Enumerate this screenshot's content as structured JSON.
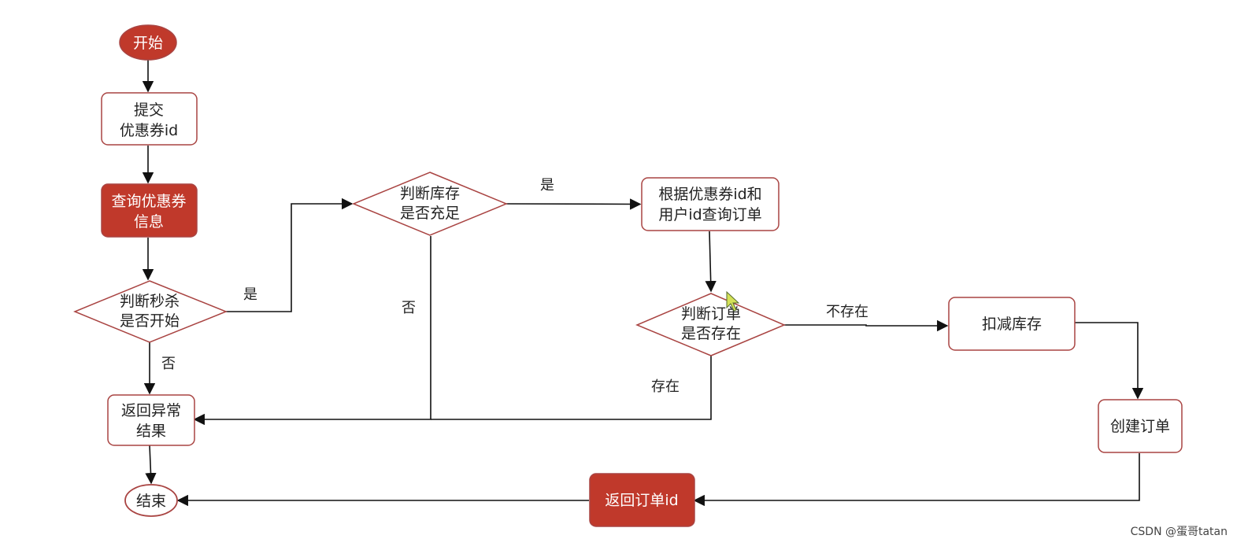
{
  "colors": {
    "accent": "#c0392b",
    "border": "#a94442",
    "edge": "#111111",
    "text": "#222222"
  },
  "nodes": {
    "start": "开始",
    "submit": [
      "提交",
      "优惠券id"
    ],
    "query_coupon": [
      "查询优惠券",
      "信息"
    ],
    "check_seckill": [
      "判断秒杀",
      "是否开始"
    ],
    "check_stock": [
      "判断库存",
      "是否充足"
    ],
    "query_order": [
      "根据优惠券id和",
      "用户id查询订单"
    ],
    "check_order": [
      "判断订单",
      "是否存在"
    ],
    "deduct_stock": "扣减库存",
    "create_order": "创建订单",
    "return_order_id": "返回订单id",
    "return_error": [
      "返回异常",
      "结果"
    ],
    "end": "结束"
  },
  "edge_labels": {
    "seckill_yes": "是",
    "seckill_no": "否",
    "stock_yes": "是",
    "stock_no": "否",
    "order_not_exist": "不存在",
    "order_exist": "存在"
  },
  "watermark": "CSDN @蛋哥tatan"
}
